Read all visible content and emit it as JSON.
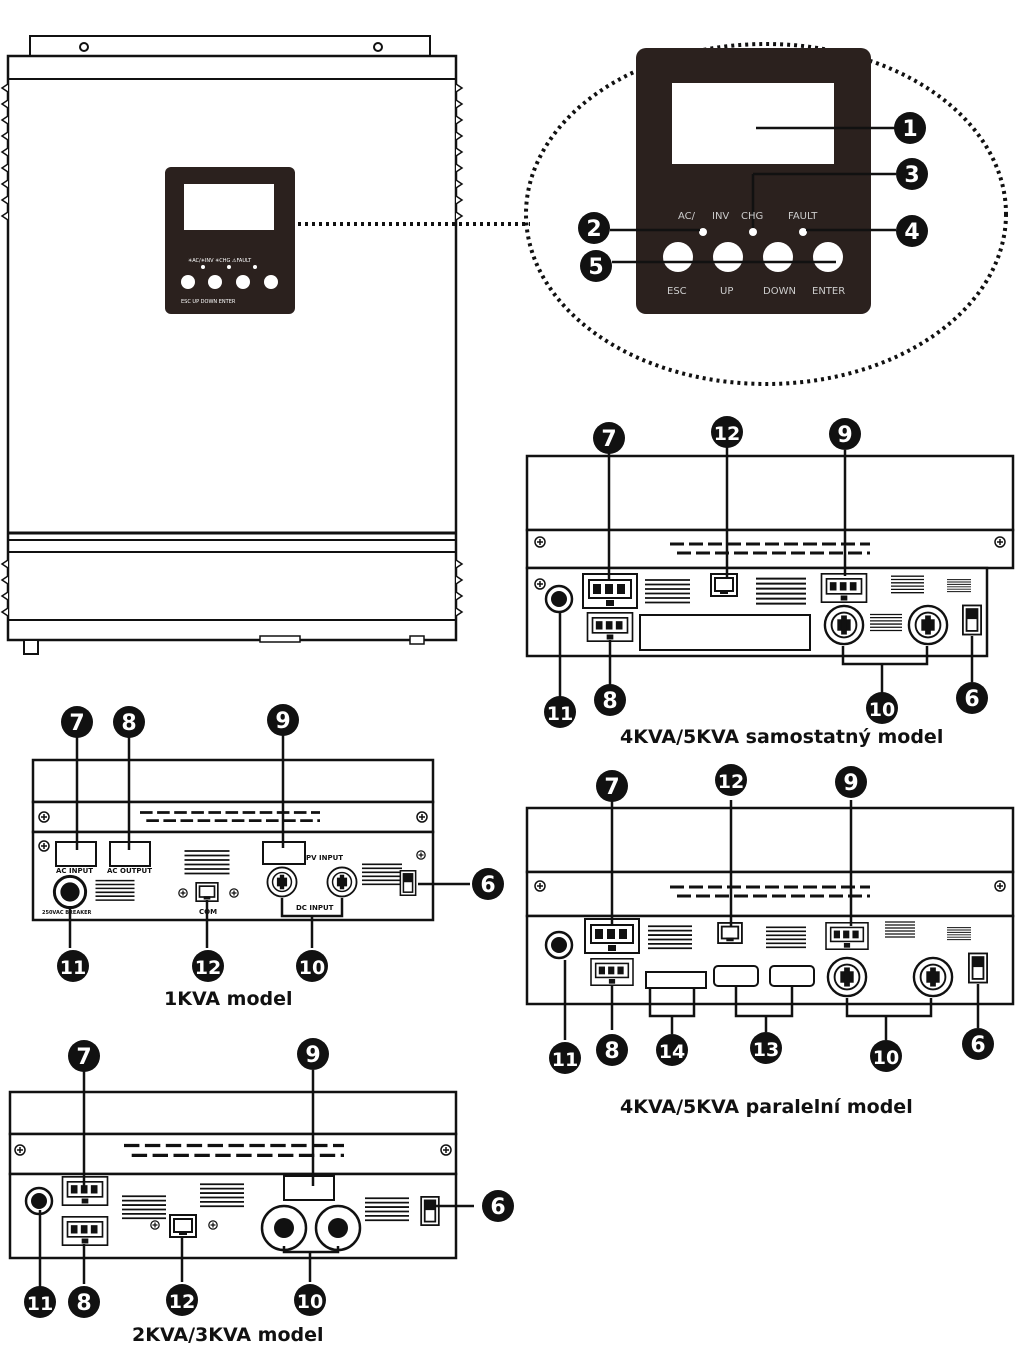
{
  "panel": {
    "led_labels": [
      "AC/",
      "INV",
      "CHG",
      "FAULT"
    ],
    "button_labels": [
      "ESC",
      "UP",
      "DOWN",
      "ENTER"
    ]
  },
  "callouts": {
    "n1": "1",
    "n2": "2",
    "n3": "3",
    "n4": "4",
    "n5": "5",
    "n6": "6",
    "n7": "7",
    "n8": "8",
    "n9": "9",
    "n10": "10",
    "n11": "11",
    "n12": "12",
    "n13": "13",
    "n14": "14"
  },
  "port_labels": {
    "ac_input": "AC INPUT",
    "ac_output": "AC OUTPUT",
    "pv_input": "PV INPUT",
    "dc_input": "DC INPUT",
    "com": "COM",
    "breaker": "250VAC BREAKER"
  },
  "models": {
    "standalone_4_5": "4KVA/5KVA samostatný model",
    "model_1k": "1KVA model",
    "parallel_4_5": "4KVA/5KVA paralelní model",
    "model_2_3k": "2KVA/3KVA model"
  }
}
